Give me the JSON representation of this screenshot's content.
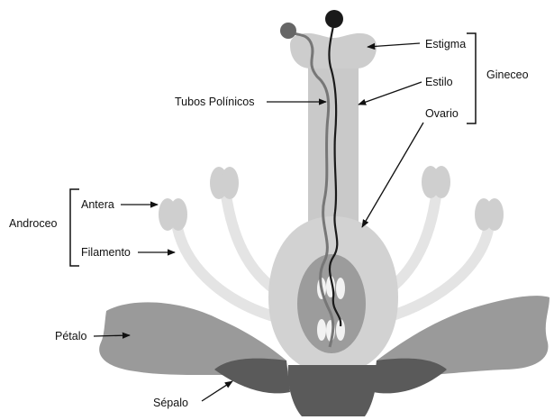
{
  "labels": {
    "estigma": "Estigma",
    "estilo": "Estilo",
    "ovario": "Ovario",
    "gineceo": "Gineceo",
    "tubos_polinicos": "Tubos Polínicos",
    "antera": "Antera",
    "filamento": "Filamento",
    "androceo": "Androceo",
    "petalo": "Pétalo",
    "sepalo": "Sépalo"
  },
  "colors": {
    "petal": "#9a9a9a",
    "sepal": "#5a5a5a",
    "ovary_outer": "#d2d2d2",
    "ovary_inner": "#9c9c9c",
    "ovules": "#f2f2f2",
    "style": "#c9c9c9",
    "filament": "#e4e4e4",
    "anther": "#cfcfcf",
    "pollen_tube_dark": "#1a1a1a",
    "pollen_tube_gray": "#777777"
  }
}
